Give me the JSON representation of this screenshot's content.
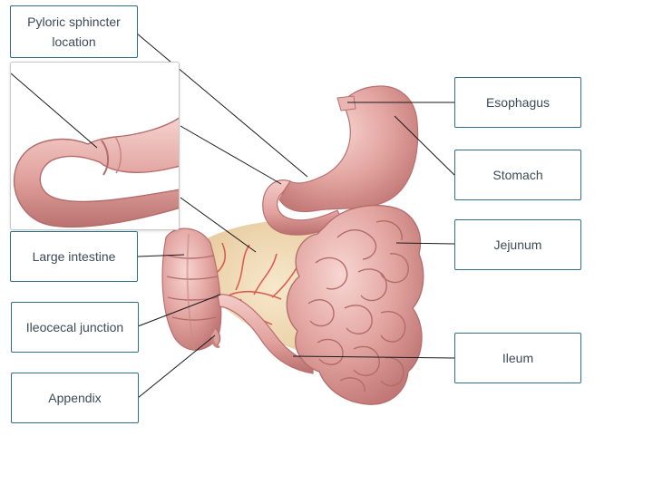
{
  "labels": {
    "pyloric_sphincter": "Pyloric sphincter location",
    "large_intestine": "Large intestine",
    "ileocecal_junction": "Ileocecal junction",
    "appendix": "Appendix",
    "esophagus": "Esophagus",
    "stomach": "Stomach",
    "jejunum": "Jejunum",
    "ileum": "Ileum"
  },
  "colors": {
    "box_border": "#2e6f85",
    "label_text": "#3d4a57",
    "leader_line": "#1a1a1a",
    "tissue": "#e4a7a4",
    "tissue_dark": "#c97f7e",
    "tissue_light": "#f3cfcb",
    "mesentery": "#efd9b0",
    "vessel": "#d9473f"
  }
}
